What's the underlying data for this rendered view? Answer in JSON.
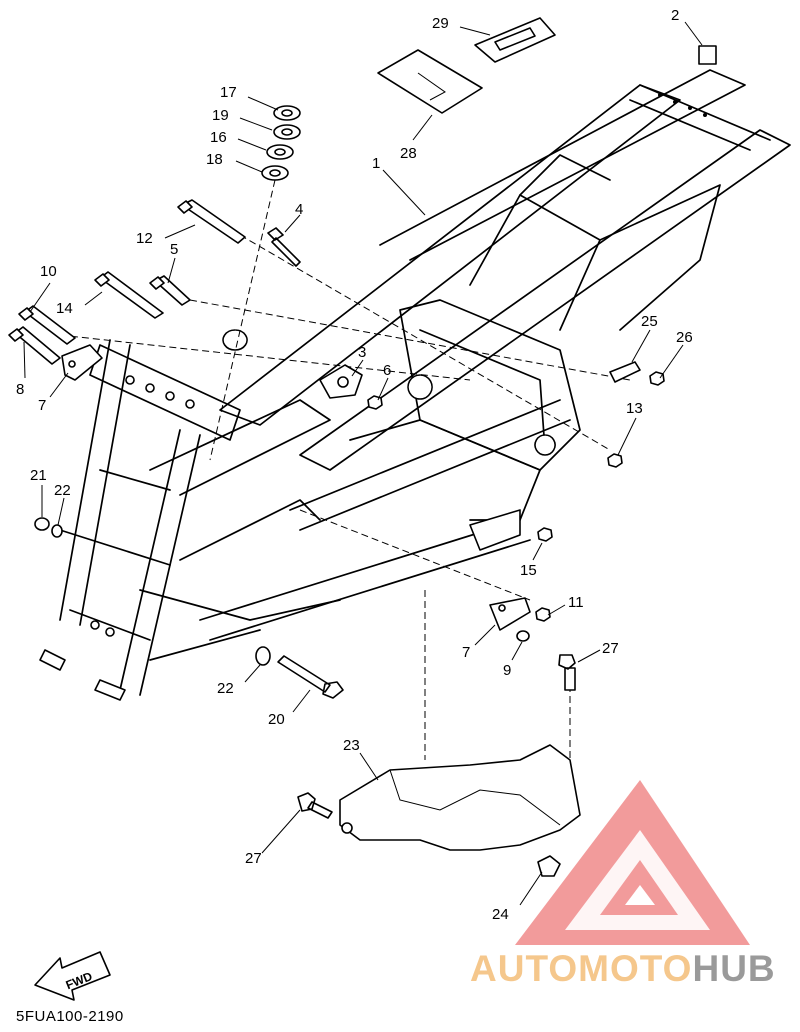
{
  "diagram": {
    "callouts": [
      {
        "id": "c29",
        "label": "29"
      },
      {
        "id": "c2",
        "label": "2"
      },
      {
        "id": "c28",
        "label": "28"
      },
      {
        "id": "c17",
        "label": "17"
      },
      {
        "id": "c19",
        "label": "19"
      },
      {
        "id": "c16",
        "label": "16"
      },
      {
        "id": "c18",
        "label": "18"
      },
      {
        "id": "c1",
        "label": "1"
      },
      {
        "id": "c4",
        "label": "4"
      },
      {
        "id": "c12",
        "label": "12"
      },
      {
        "id": "c5",
        "label": "5"
      },
      {
        "id": "c10",
        "label": "10"
      },
      {
        "id": "c14",
        "label": "14"
      },
      {
        "id": "c8",
        "label": "8"
      },
      {
        "id": "c7a",
        "label": "7"
      },
      {
        "id": "c3",
        "label": "3"
      },
      {
        "id": "c6",
        "label": "6"
      },
      {
        "id": "c25",
        "label": "25"
      },
      {
        "id": "c26",
        "label": "26"
      },
      {
        "id": "c13",
        "label": "13"
      },
      {
        "id": "c21",
        "label": "21"
      },
      {
        "id": "c22a",
        "label": "22"
      },
      {
        "id": "c15",
        "label": "15"
      },
      {
        "id": "c11",
        "label": "11"
      },
      {
        "id": "c7b",
        "label": "7"
      },
      {
        "id": "c9",
        "label": "9"
      },
      {
        "id": "c27a",
        "label": "27"
      },
      {
        "id": "c22b",
        "label": "22"
      },
      {
        "id": "c20",
        "label": "20"
      },
      {
        "id": "c23",
        "label": "23"
      },
      {
        "id": "c27b",
        "label": "27"
      },
      {
        "id": "c24",
        "label": "24"
      }
    ],
    "fwd_label": "FWD",
    "diagram_code": "5FUA100-2190"
  },
  "watermark": {
    "brand_part1": "AUTOMOTO",
    "brand_part2": "HUB",
    "logo_color": "#f08a8a",
    "text_color_1": "#f5c78c",
    "text_color_2": "#9a9a9a"
  }
}
